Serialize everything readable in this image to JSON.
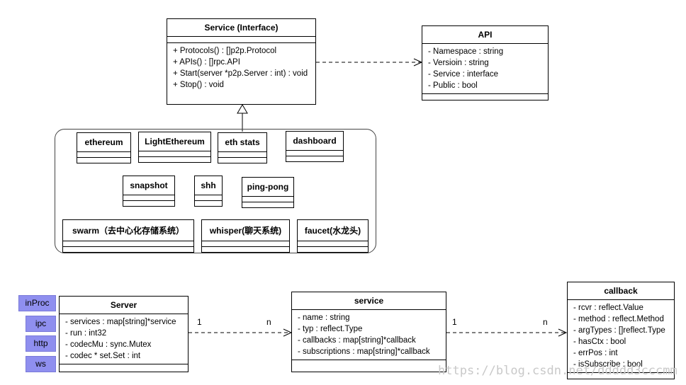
{
  "service_interface": {
    "title": "Service (Interface)",
    "ops": [
      "+ Protocols() : []p2p.Protocol",
      "+ APIs() : []rpc.API",
      "+ Start(server *p2p.Server : int) : void",
      "+ Stop() : void"
    ]
  },
  "api": {
    "title": "API",
    "attrs": [
      "- Namespace : string",
      "- Versioin : string",
      "- Service : interface",
      "- Public : bool"
    ]
  },
  "implementations": [
    "ethereum",
    "LightEthereum",
    "eth stats",
    "dashboard",
    "snapshot",
    "shh",
    "ping-pong",
    "swarm（去中心化存储系统）",
    "whisper(聊天系统)",
    "faucet(水龙头)"
  ],
  "transport_tags": [
    "inProc",
    "ipc",
    "http",
    "ws"
  ],
  "server": {
    "title": "Server",
    "attrs": [
      "- services : map[string]*service",
      "- run : int32",
      "- codecMu : sync.Mutex",
      "- codec * set.Set : int"
    ]
  },
  "service": {
    "title": "service",
    "attrs": [
      "- name : string",
      "- typ : reflect.Type",
      "- callbacks : map[string]*callback",
      "- subscriptions : map[string]*callback"
    ]
  },
  "callback": {
    "title": "callback",
    "attrs": [
      "- rcvr : reflect.Value",
      "- method : reflect.Method",
      "- argTypes : []reflect.Type",
      "- hasCtx : bool",
      "- errPos : int",
      "- isSubscribe : bool"
    ]
  },
  "multiplicities": {
    "server_service_from": "1",
    "server_service_to": "n",
    "service_callback_from": "1",
    "service_callback_to": "n"
  },
  "watermark": "https://blog.csdn.net/ddddd3cccmm"
}
